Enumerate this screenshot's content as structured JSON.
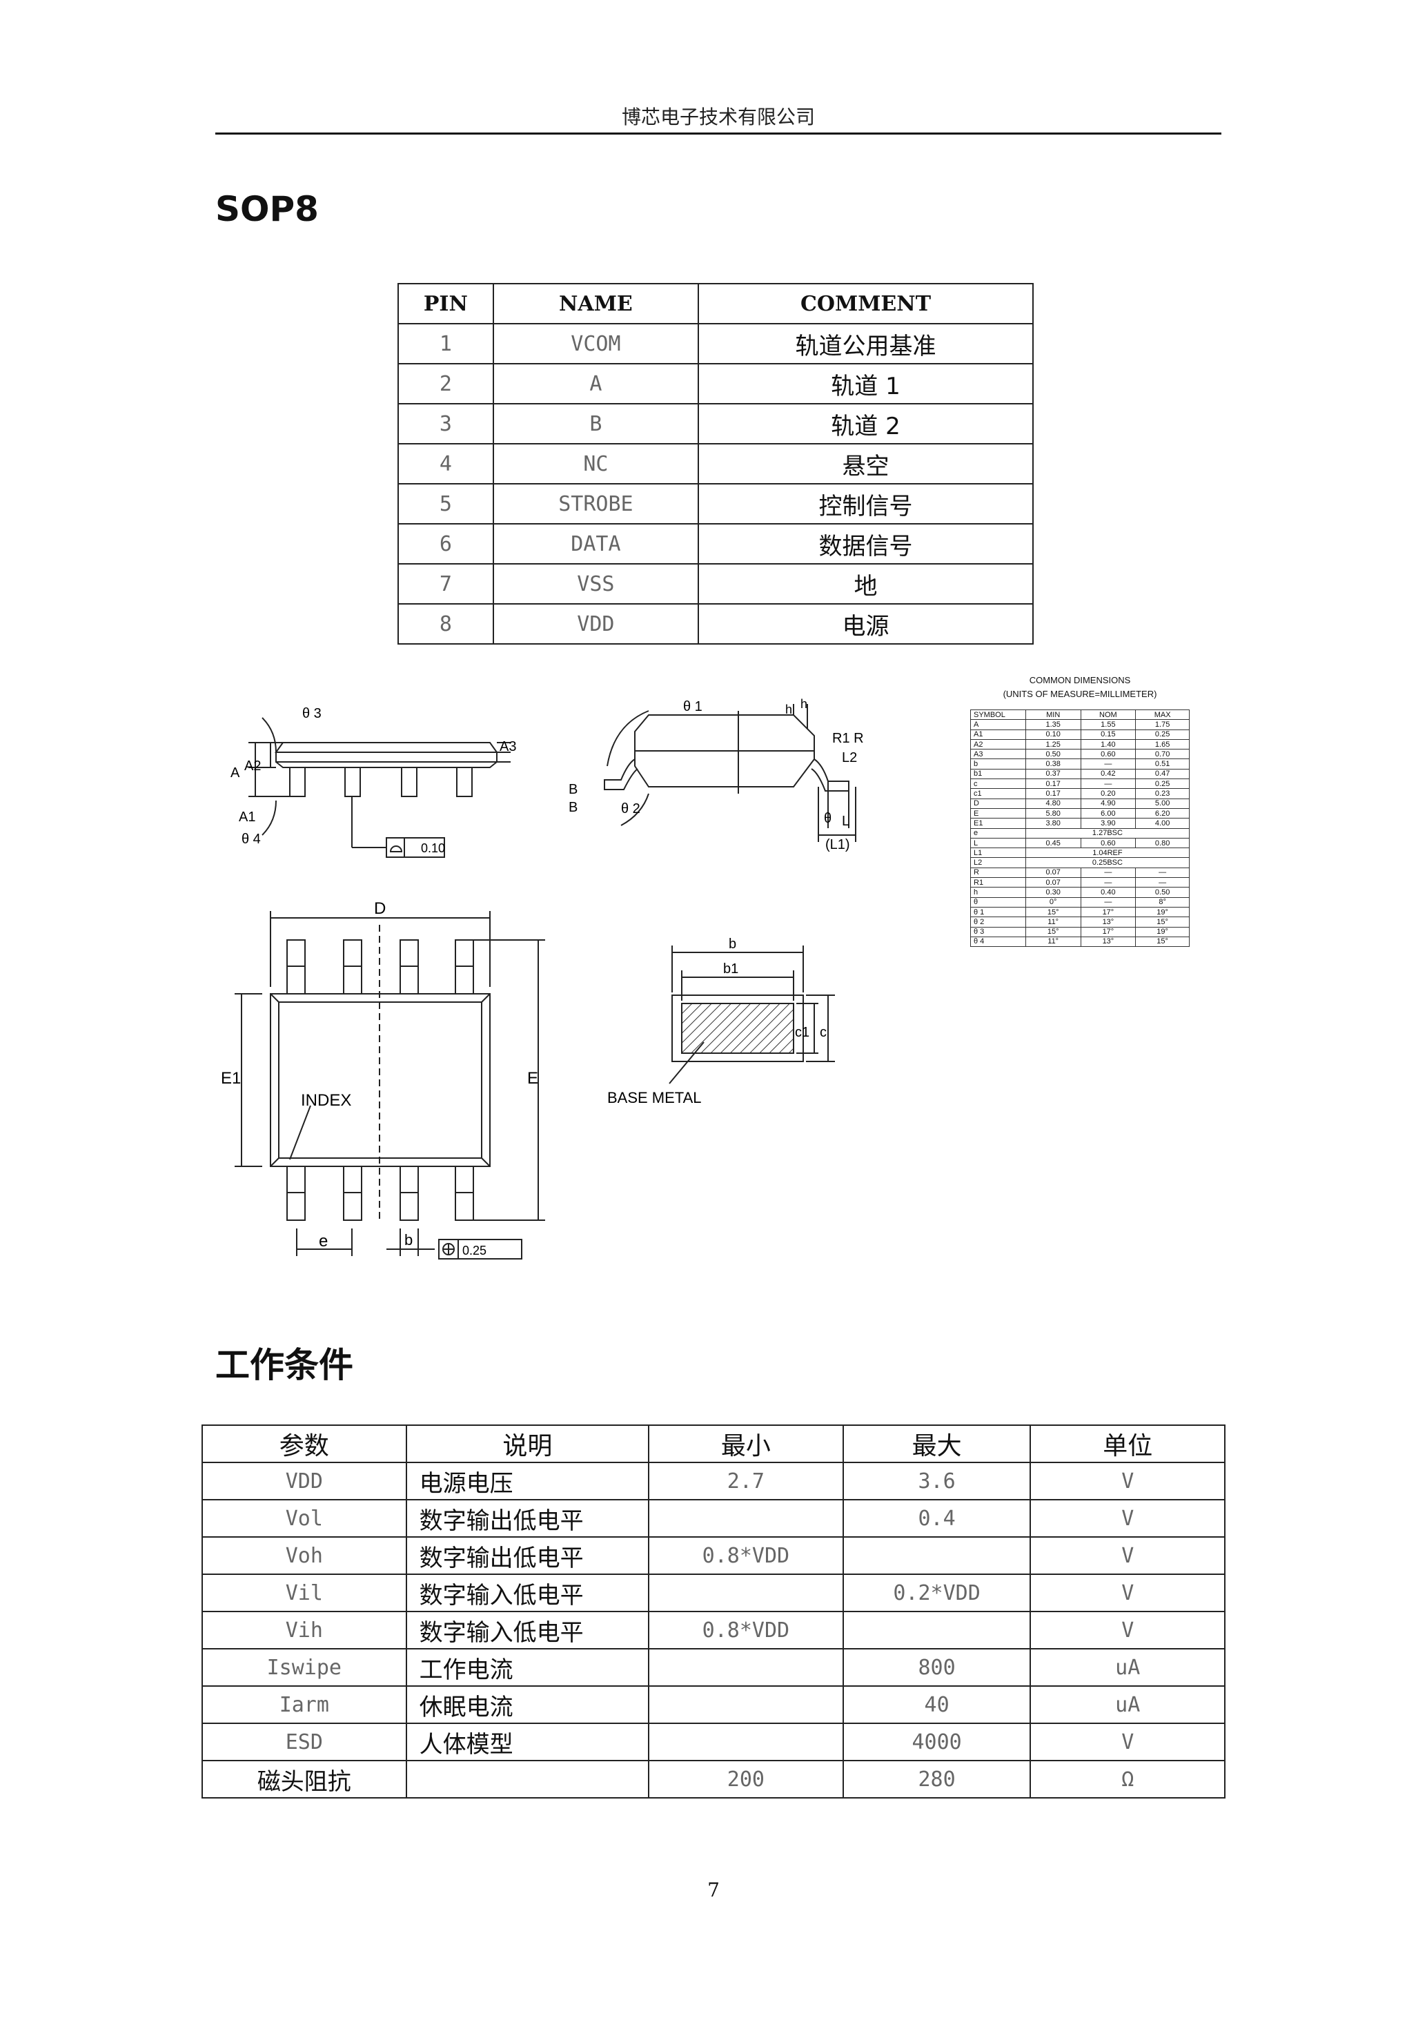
{
  "header": {
    "company": "博芯电子技术有限公司"
  },
  "sections": {
    "package_title": "SOP8",
    "conditions_title": "工作条件"
  },
  "pin_table": {
    "headers": [
      "PIN",
      "NAME",
      "COMMENT"
    ],
    "rows": [
      [
        "1",
        "VCOM",
        "轨道公用基准"
      ],
      [
        "2",
        "A",
        "轨道 1"
      ],
      [
        "3",
        "B",
        "轨道 2"
      ],
      [
        "4",
        "NC",
        "悬空"
      ],
      [
        "5",
        "STROBE",
        "控制信号"
      ],
      [
        "6",
        "DATA",
        "数据信号"
      ],
      [
        "7",
        "VSS",
        "地"
      ],
      [
        "8",
        "VDD",
        "电源"
      ]
    ]
  },
  "dimensions": {
    "caption1": "COMMON  DIMENSIONS",
    "caption2": "(UNITS  OF  MEASURE=MILLIMETER)",
    "headers": [
      "SYMBOL",
      "MIN",
      "NOM",
      "MAX"
    ],
    "rows": [
      [
        "A",
        "1.35",
        "1.55",
        "1.75"
      ],
      [
        "A1",
        "0.10",
        "0.15",
        "0.25"
      ],
      [
        "A2",
        "1.25",
        "1.40",
        "1.65"
      ],
      [
        "A3",
        "0.50",
        "0.60",
        "0.70"
      ],
      [
        "b",
        "0.38",
        "—",
        "0.51"
      ],
      [
        "b1",
        "0.37",
        "0.42",
        "0.47"
      ],
      [
        "c",
        "0.17",
        "—",
        "0.25"
      ],
      [
        "c1",
        "0.17",
        "0.20",
        "0.23"
      ],
      [
        "D",
        "4.80",
        "4.90",
        "5.00"
      ],
      [
        "E",
        "5.80",
        "6.00",
        "6.20"
      ],
      [
        "E1",
        "3.80",
        "3.90",
        "4.00"
      ],
      [
        "e",
        "1.27BSC"
      ],
      [
        "L",
        "0.45",
        "0.60",
        "0.80"
      ],
      [
        "L1",
        "1.04REF"
      ],
      [
        "L2",
        "0.25BSC"
      ],
      [
        "R",
        "0.07",
        "—",
        "—"
      ],
      [
        "R1",
        "0.07",
        "—",
        "—"
      ],
      [
        "h",
        "0.30",
        "0.40",
        "0.50"
      ],
      [
        "θ",
        "0°",
        "—",
        "8°"
      ],
      [
        "θ 1",
        "15°",
        "17°",
        "19°"
      ],
      [
        "θ 2",
        "11°",
        "13°",
        "15°"
      ],
      [
        "θ 3",
        "15°",
        "17°",
        "19°"
      ],
      [
        "θ 4",
        "11°",
        "13°",
        "15°"
      ]
    ]
  },
  "drawing_labels": {
    "theta3": "θ 3",
    "A": "A",
    "A2": "A2",
    "A3": "A3",
    "A1": "A1",
    "theta4": "θ 4",
    "coplanarity": "0.10",
    "theta1": "θ 1",
    "h1": "h",
    "h2": "h",
    "R1R": "R1 R",
    "L2": "L2",
    "B1": "B",
    "B2": "B",
    "theta2": "θ 2",
    "theta": "θ",
    "L": "L",
    "L1": "(L1)",
    "D": "D",
    "E1": "E1",
    "E": "E",
    "INDEX": "INDEX",
    "e": "e",
    "b": "b",
    "position": "0.25",
    "b_sec": "b",
    "b1_sec": "b1",
    "c1": "c1",
    "c": "c",
    "base_metal": "BASE  METAL"
  },
  "conditions_table": {
    "headers": [
      "参数",
      "说明",
      "最小",
      "最大",
      "单位"
    ],
    "rows": [
      [
        "VDD",
        "电源电压",
        "2.7",
        "3.6",
        "V"
      ],
      [
        "Vol",
        "数字输出低电平",
        "",
        "0.4",
        "V"
      ],
      [
        "Voh",
        "数字输出低电平",
        "0.8*VDD",
        "",
        "V"
      ],
      [
        "Vil",
        "数字输入低电平",
        "",
        "0.2*VDD",
        "V"
      ],
      [
        "Vih",
        "数字输入低电平",
        "0.8*VDD",
        "",
        "V"
      ],
      [
        "Iswipe",
        "工作电流",
        "",
        "800",
        "uA"
      ],
      [
        "Iarm",
        "休眠电流",
        "",
        "40",
        "uA"
      ],
      [
        "ESD",
        "人体模型",
        "",
        "4000",
        "V"
      ],
      [
        "磁头阻抗",
        "",
        "200",
        "280",
        "Ω"
      ]
    ]
  },
  "footer": {
    "page_number": "7"
  }
}
